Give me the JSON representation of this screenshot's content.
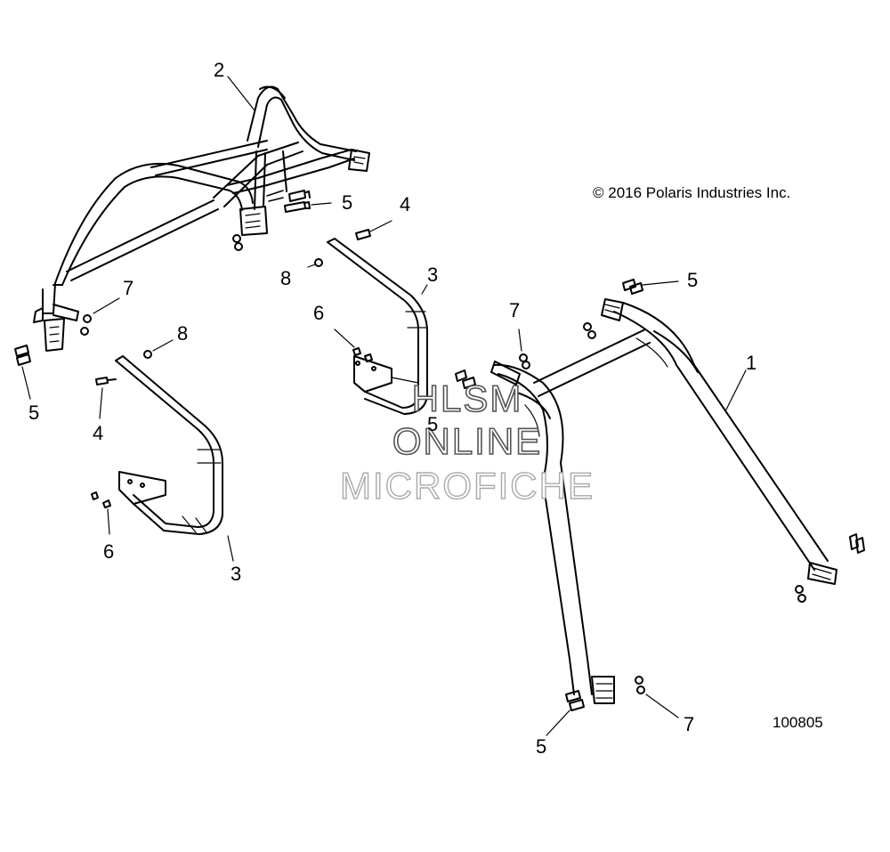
{
  "copyright": "© 2016 Polaris Industries Inc.",
  "diagram_id": "100805",
  "watermark": {
    "line1": "HLSM",
    "line2": "ONLINE",
    "line3": "MICROFICHE"
  },
  "callouts": {
    "c1": "1",
    "c2": "2",
    "c3a": "3",
    "c3b": "3",
    "c4a": "4",
    "c4b": "4",
    "c5a": "5",
    "c5b": "5",
    "c5c": "5",
    "c5d": "5",
    "c5e": "5",
    "c6a": "6",
    "c6b": "6",
    "c7a": "7",
    "c7b": "7",
    "c7c": "7",
    "c8a": "8",
    "c8b": "8"
  }
}
